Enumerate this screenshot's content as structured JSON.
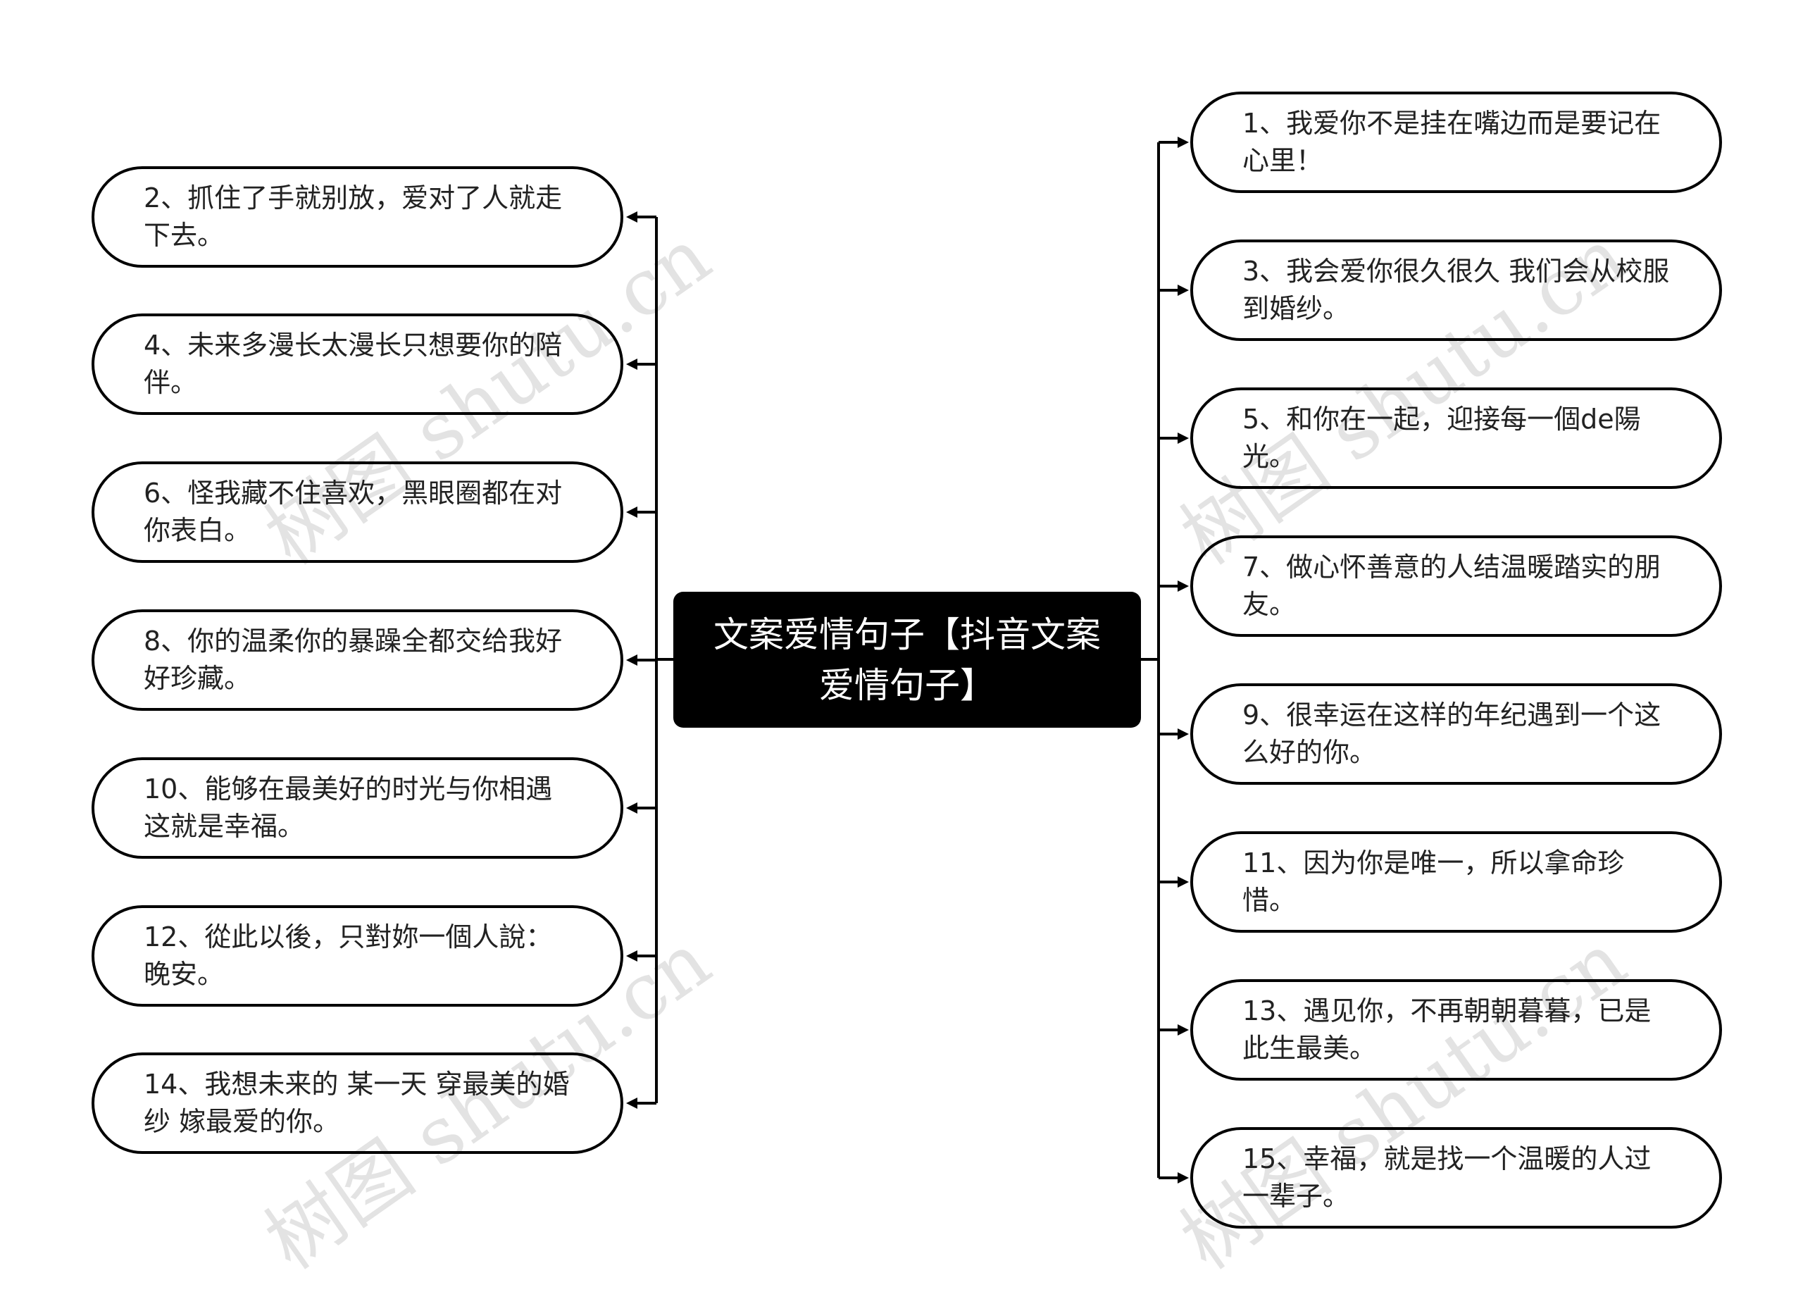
{
  "root": {
    "label": "文案爱情句子【抖音文案爱情句子】"
  },
  "left_nodes": [
    {
      "text": "2、抓住了手就别放，爱对了人就走下去。"
    },
    {
      "text": "4、未来多漫长太漫长只想要你的陪伴。"
    },
    {
      "text": "6、怪我藏不住喜欢，黑眼圈都在对你表白。"
    },
    {
      "text": "8、你的温柔你的暴躁全都交给我好好珍藏。"
    },
    {
      "text": "10、能够在最美好的时光与你相遇这就是幸福。"
    },
    {
      "text": "12、從此以後，只對妳一個人說：晚安。"
    },
    {
      "text": "14、我想未来的 某一天 穿最美的婚纱 嫁最爱的你。"
    }
  ],
  "right_nodes": [
    {
      "text": "1、我爱你不是挂在嘴边而是要记在心里！"
    },
    {
      "text": "3、我会爱你很久很久 我们会从校服到婚纱。"
    },
    {
      "text": "5、和你在一起，迎接每一個de陽光。"
    },
    {
      "text": "7、做心怀善意的人结温暖踏实的朋友。"
    },
    {
      "text": "9、很幸运在这样的年纪遇到一个这么好的你。"
    },
    {
      "text": "11、因为你是唯一，所以拿命珍惜。"
    },
    {
      "text": "13、遇见你，不再朝朝暮暮，已是此生最美。"
    },
    {
      "text": "15、幸福，就是找一个温暖的人过一辈子。"
    }
  ],
  "watermark": "树图 shutu.cn",
  "colors": {
    "root_bg": "#000000",
    "root_text": "#ffffff",
    "node_border": "#000000",
    "line": "#000000"
  }
}
